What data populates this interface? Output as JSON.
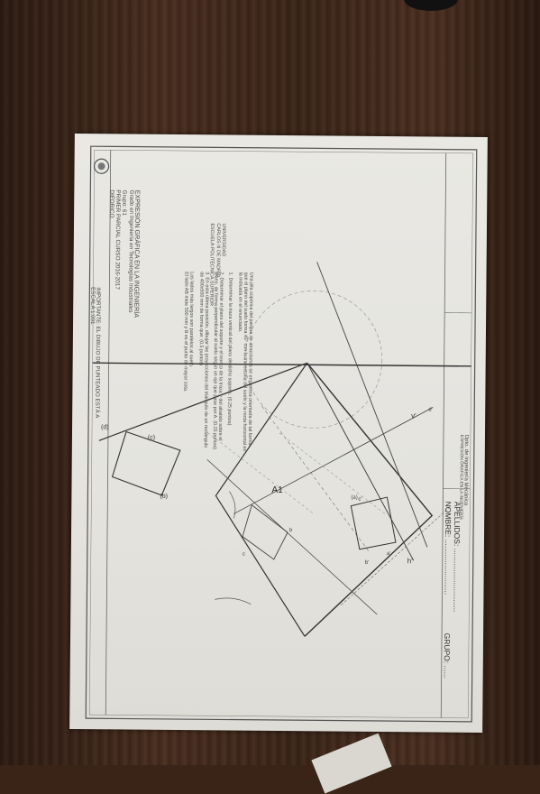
{
  "header": {
    "university": [
      "UNIVERSIDAD",
      "CARLOS III DE MADRID"
    ],
    "school": "ESCUELA POLITÉCNICA SUPERIOR",
    "dept_title": "Dpto. de Ingeniería Mecánica",
    "dept_sub": "EXPRESIÓN GRÁFICA EN LA INGENIERÍA",
    "apellidos_label": "APELLIDOS:",
    "nombre_label": "NOMBRE:",
    "grupo_label": "GRUPO:"
  },
  "exam": {
    "lines": [
      "EXPRESIÓN GRÁFICA EN LA INGENIERÍA",
      "Grado en Ingeniería en Tecnologías Industriales",
      "Grupo: 61",
      "PRIMER PARCIAL CURSO 2016-2017",
      "DIÉDRICO"
    ],
    "important": "IMPORTANTE: EL DIBUJO DE PUNTEADO ESTÁ A ESCALA 1:001"
  },
  "problem": {
    "intro": "Una pila sopórica del parque de atracciones se encuentra orientada de tal forma que el plano del suelo forma 45° con la trayectoria del suelo y la recta horizontal es la indicada en el enunciado.",
    "q1": "1. Determinar la traza vertical del plano de dicho soporte. (0.25 puntos)",
    "q2": "2. Determinar el plano del soporte y el tronco de la traza y del abatido sobre el plano, de forma perpendicular al suelo según un eje que pase por A. (0.25 puntos)",
    "q3": "3. En esta última posición, dibujar las proyecciones del triángulo de un rectángulo de 400x500 mm de forma que: (0.5 puntos)",
    "q3_notes": [
      "Los lados más largos son paralelos al suelo.",
      "El lado AB mide 500 mm y B es el punto de mayor cota."
    ]
  },
  "drawing": {
    "labels": {
      "a1": "A1",
      "d": "(d)",
      "c_paren": "(c)",
      "b_paren": "(b)",
      "h": "h'",
      "v": "v'",
      "c": "c'",
      "b": "b'",
      "small_labels": [
        "a'",
        "b",
        "c",
        "d'",
        "(a)"
      ]
    }
  }
}
